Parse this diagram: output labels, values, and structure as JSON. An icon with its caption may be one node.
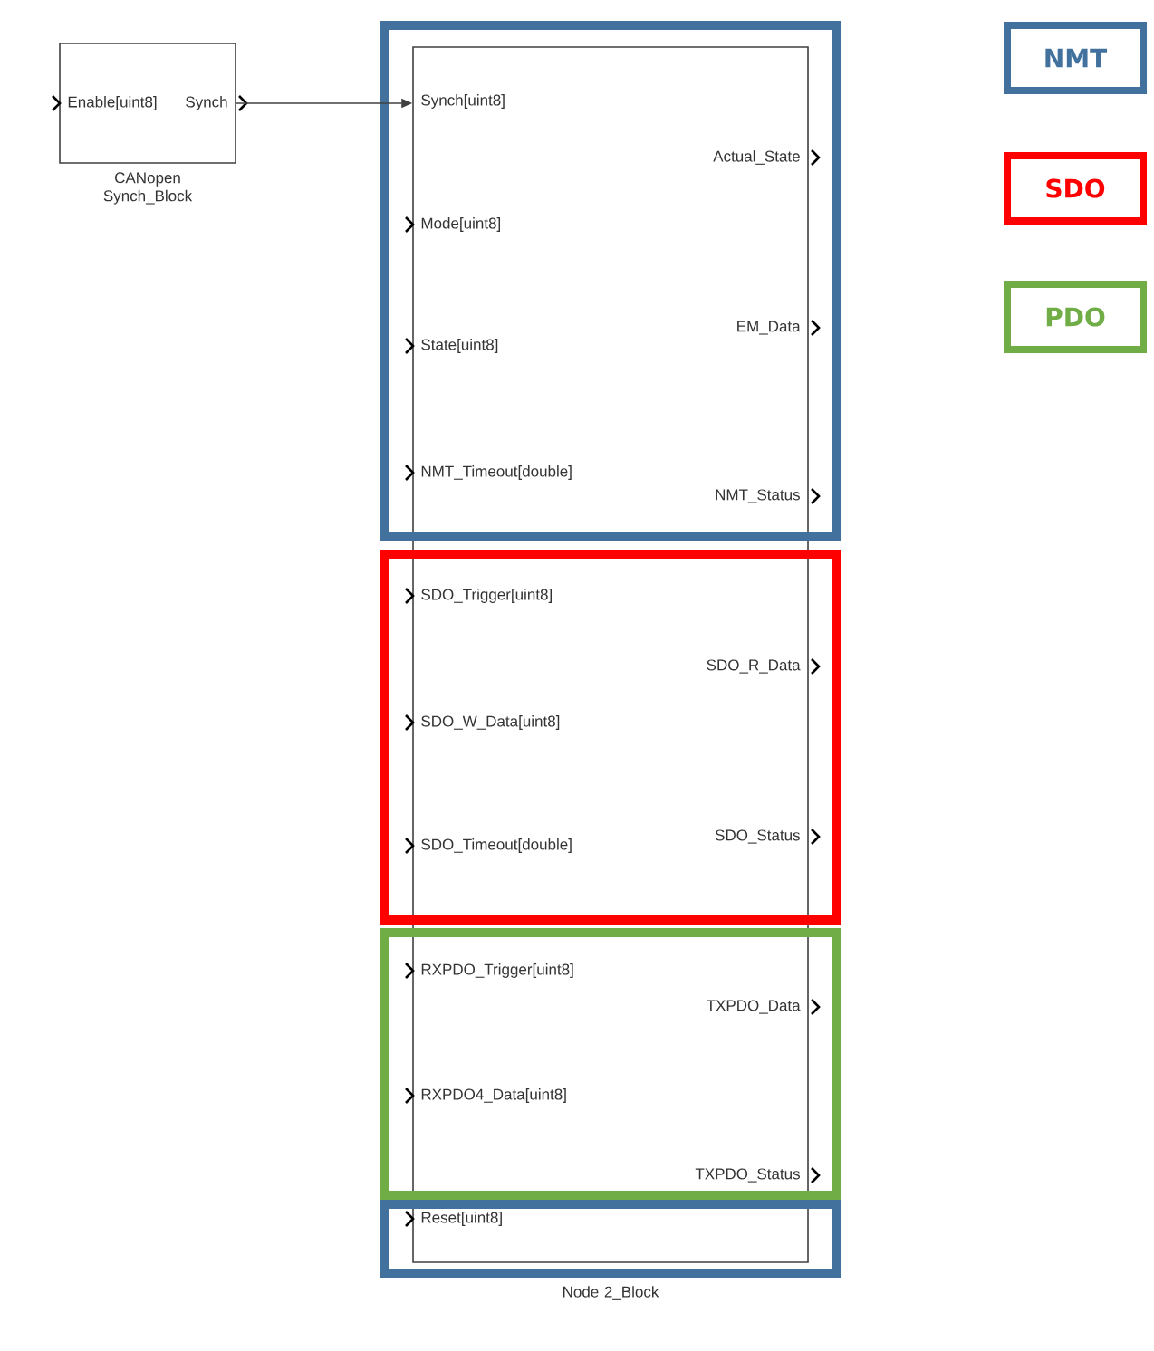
{
  "diagram": {
    "nodes": [
      {
        "text": [
          "Enable[uint8]",
          "Synch"
        ],
        "beside": [
          "CANopen Synch_Block"
        ]
      },
      {
        "text": [
          "Synch[uint8]",
          "Actual_State",
          "Mode[uint8]",
          "EM_Data",
          "State[uint8]",
          "NMT_Timeout[double]",
          "NMT_Status",
          "SDO_Trigger[uint8]",
          "SDO_R_Data",
          "SDO_W_Data[uint8]",
          "SDO_Timeout[double]",
          "SDO_Status",
          "RXPDO_Trigger[uint8]",
          "TXPDO_Data",
          "RXPDO4_Data[uint8]",
          "TXPDO_Status",
          "Reset[uint8]"
        ],
        "beside": [
          "Node 2_Block"
        ]
      }
    ],
    "edges": [
      {
        "from": 0,
        "to": 1,
        "arrow": "to"
      }
    ],
    "legend": [
      {
        "text": "NMT",
        "color": "#41719c"
      },
      {
        "text": "SDO",
        "color": "#ff0000"
      },
      {
        "text": "PDO",
        "color": "#70ad47"
      }
    ]
  }
}
